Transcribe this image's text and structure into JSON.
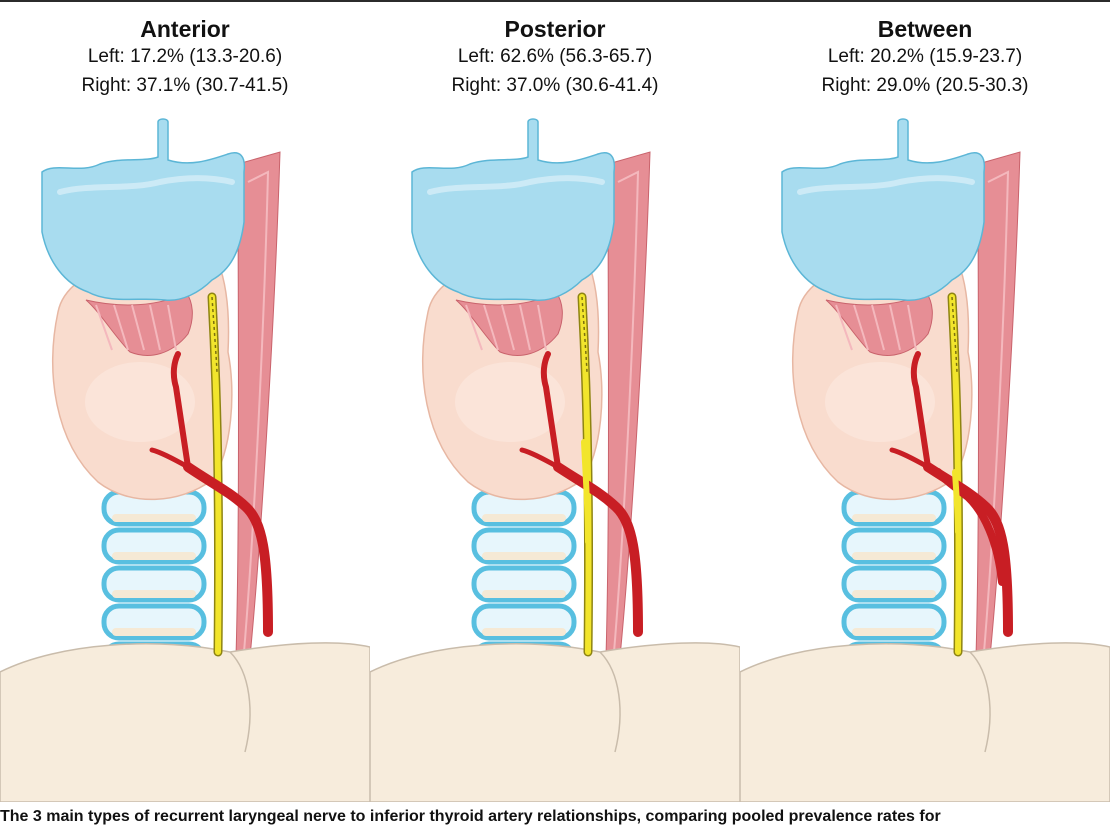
{
  "panels": [
    {
      "title": "Anterior",
      "left": "Left: 17.2% (13.3-20.6)",
      "right": "Right: 37.1% (30.7-41.5)",
      "variant": "anterior"
    },
    {
      "title": "Posterior",
      "left": "Left: 62.6% (56.3-65.7)",
      "right": "Right: 37.0% (30.6-41.4)",
      "variant": "posterior"
    },
    {
      "title": "Between",
      "left": "Left: 20.2% (15.9-23.7)",
      "right": "Right: 29.0% (20.5-30.3)",
      "variant": "between"
    }
  ],
  "caption": "The 3 main types of recurrent laryngeal nerve to inferior thyroid artery relationships, comparing pooled prevalence rates for",
  "colors": {
    "cartilage": "#a8dcef",
    "cartilage_outline": "#5cb6d6",
    "thyroid_gland": "#f9dcce",
    "muscle": "#e68e95",
    "artery": "#c81e24",
    "nerve": "#f2e52c",
    "trachea_ring": "#58bfe0",
    "base_tissue": "#f7ecdc"
  }
}
